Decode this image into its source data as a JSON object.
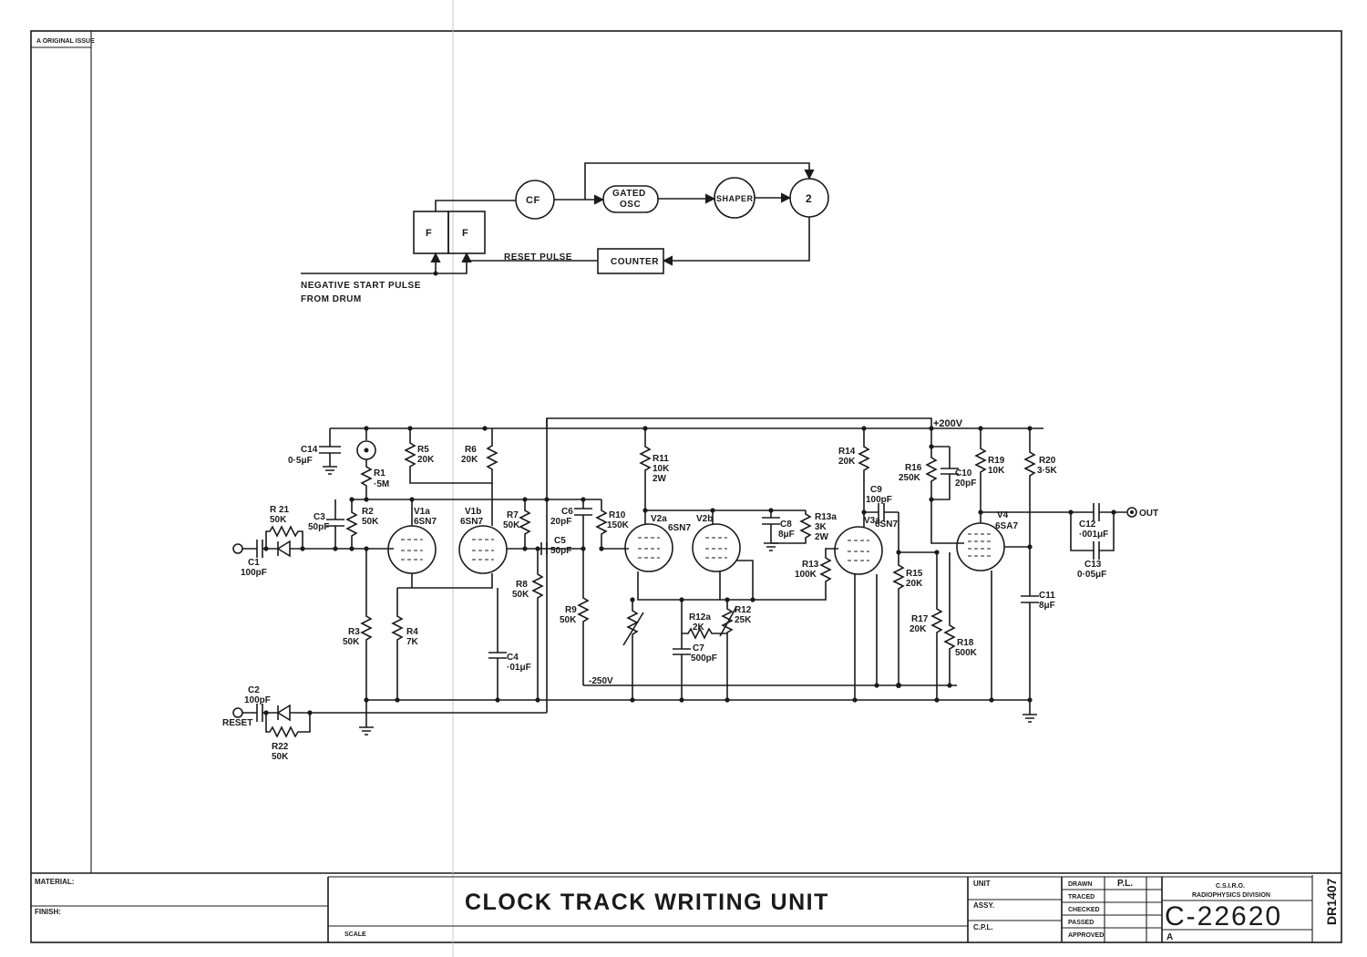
{
  "sheet": {
    "revision_tag": "A ORIGINAL ISSUE",
    "margin_code": "DR1407"
  },
  "block_diagram": {
    "blocks": {
      "ff1": "F",
      "ff2": "F",
      "cf": "CF",
      "gated_osc_line1": "GATED",
      "gated_osc_line2": "OSC",
      "shaper": "SHAPER",
      "divider": "2",
      "counter": "COUNTER"
    },
    "labels": {
      "reset_pulse": "RESET PULSE",
      "start_pulse_line1": "NEGATIVE START PULSE",
      "start_pulse_line2": "FROM DRUM"
    }
  },
  "circuit": {
    "rails": {
      "positive": "+200V",
      "negative": "-250V"
    },
    "terminals": {
      "reset": "RESET",
      "out": "OUT"
    },
    "components": {
      "C14": "C14",
      "C14_v": "0·5μF",
      "R1": "R1",
      "R1_v": "·5M",
      "R5": "R5",
      "R5_v": "20K",
      "R6": "R6",
      "R6_v": "20K",
      "R21": "R 21",
      "R21_v": "50K",
      "C3": "C3",
      "C3_v": "50pF",
      "R2": "R2",
      "R2_v": "50K",
      "C1": "C1",
      "C1_v": "100pF",
      "V1a": "V1a",
      "V1a_t": "6SN7",
      "V1b": "V1b",
      "V1b_t": "6SN7",
      "R7": "R7",
      "R7_v": "50K",
      "C6": "C6",
      "C6_v": "20pF",
      "C5": "C5",
      "C5_v": "50pF",
      "R8": "R8",
      "R8_v": "50K",
      "R3": "R3",
      "R3_v": "50K",
      "R4": "R4",
      "R4_v": "7K",
      "C4": "C4",
      "C4_v": "·01μF",
      "C2": "C2",
      "C2_v": "100pF",
      "R22": "R22",
      "R22_v": "50K",
      "R11": "R11",
      "R11_v": "10K",
      "R11_w": "2W",
      "R10": "R10",
      "R10_v": "150K",
      "V2a": "V2a",
      "V2a_t": "6SN7",
      "V2b": "V2b",
      "C8": "C8",
      "C8_v": "8μF",
      "R13a": "R13a",
      "R13a_v": "3K",
      "R13a_w": "2W",
      "R9": "R9",
      "R9_v": "50K",
      "R12a": "R12a",
      "R12a_v": "2K",
      "R12": "R12",
      "R12_v": "25K",
      "C7": "C7",
      "C7_v": "500pF",
      "R13": "R13",
      "R13_v": "100K",
      "R14": "R14",
      "R14_v": "20K",
      "C9": "C9",
      "C9_v": "100pF",
      "V3a": "V3a",
      "V3a_t": "6SN7",
      "R16": "R16",
      "R16_v": "250K",
      "C10": "C10",
      "C10_v": "20pF",
      "R15": "R15",
      "R15_v": "20K",
      "R17": "R17",
      "R17_v": "20K",
      "R18": "R18",
      "R18_v": "500K",
      "R19": "R19",
      "R19_v": "10K",
      "V4": "V4",
      "V4_t": "6SA7",
      "R20": "R20",
      "R20_v": "3·5K",
      "C11": "C11",
      "C11_v": "8μF",
      "C12": "C12",
      "C12_v": "·001μF",
      "C13": "C13",
      "C13_v": "0·05μF"
    }
  },
  "title_block": {
    "material_label": "MATERIAL:",
    "finish_label": "FINISH:",
    "scale_label": "SCALE",
    "title": "CLOCK TRACK WRITING UNIT",
    "unit_label": "UNIT",
    "assy_label": "ASSY.",
    "cpl_label": "C.P.L.",
    "drawn_label": "DRAWN",
    "drawn_by": "P.L.",
    "traced_label": "TRACED",
    "checked_label": "CHECKED",
    "passed_label": "PASSED",
    "approved_label": "APPROVED",
    "org_line1": "C.S.I.R.O.",
    "org_line2": "RADIOPHYSICS DIVISION",
    "drawing_number": "C-22620",
    "sheet_revision": "A"
  }
}
